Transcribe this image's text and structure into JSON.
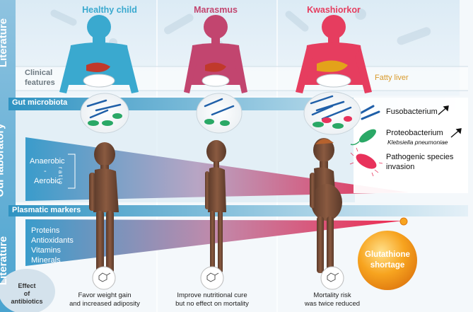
{
  "columns": {
    "healthy": "Healthy child",
    "marasmus": "Marasmus",
    "kwashiorkor": "Kwashiorkor"
  },
  "side_labels": {
    "top": "Literature",
    "middle": "Our laboratory",
    "bottom": "Literature"
  },
  "clinical_features": {
    "label_line1": "Clinical",
    "label_line2": "features",
    "kwashiorkor_note": "Fatty liver"
  },
  "gut_microbiota": {
    "label": "Gut microbiota",
    "legend": {
      "fuso": "Fusobacterium",
      "proteo": "Proteobacterium",
      "klebsiella": "Klebsiella pneumoniae",
      "pathogenic_line1": "Pathogenic species",
      "pathogenic_line2": "invasion"
    },
    "ratio": {
      "anaerobic": "Anaerobic",
      "dash": "-",
      "aerobic": "Aerobic",
      "ratio_word": "r a t i o"
    }
  },
  "plasmatic_markers": {
    "label": "Plasmatic markers",
    "items": [
      "Proteins",
      "Antioxidants",
      "Vitamins",
      "Minerals"
    ],
    "glutathione_line1": "Glutathione",
    "glutathione_line2": "shortage"
  },
  "antibiotics": {
    "label_line1": "Effect",
    "label_line2": "of",
    "label_line3": "antibiotics",
    "healthy_line1": "Favor weight gain",
    "healthy_line2": "and increased adiposity",
    "marasmus_line1": "Improve nutritional cure",
    "marasmus_line2": "but no effect on mortality",
    "kwashiorkor_line1": "Mortality risk",
    "kwashiorkor_line2": "was twice reduced"
  },
  "colors": {
    "healthy": "#3aa9cf",
    "marasmus": "#c2456f",
    "kwashiorkor": "#e63d5f",
    "band": "#3e9fc8",
    "wedge_end": "#e8284f",
    "glutathione": "#f39a1e"
  }
}
